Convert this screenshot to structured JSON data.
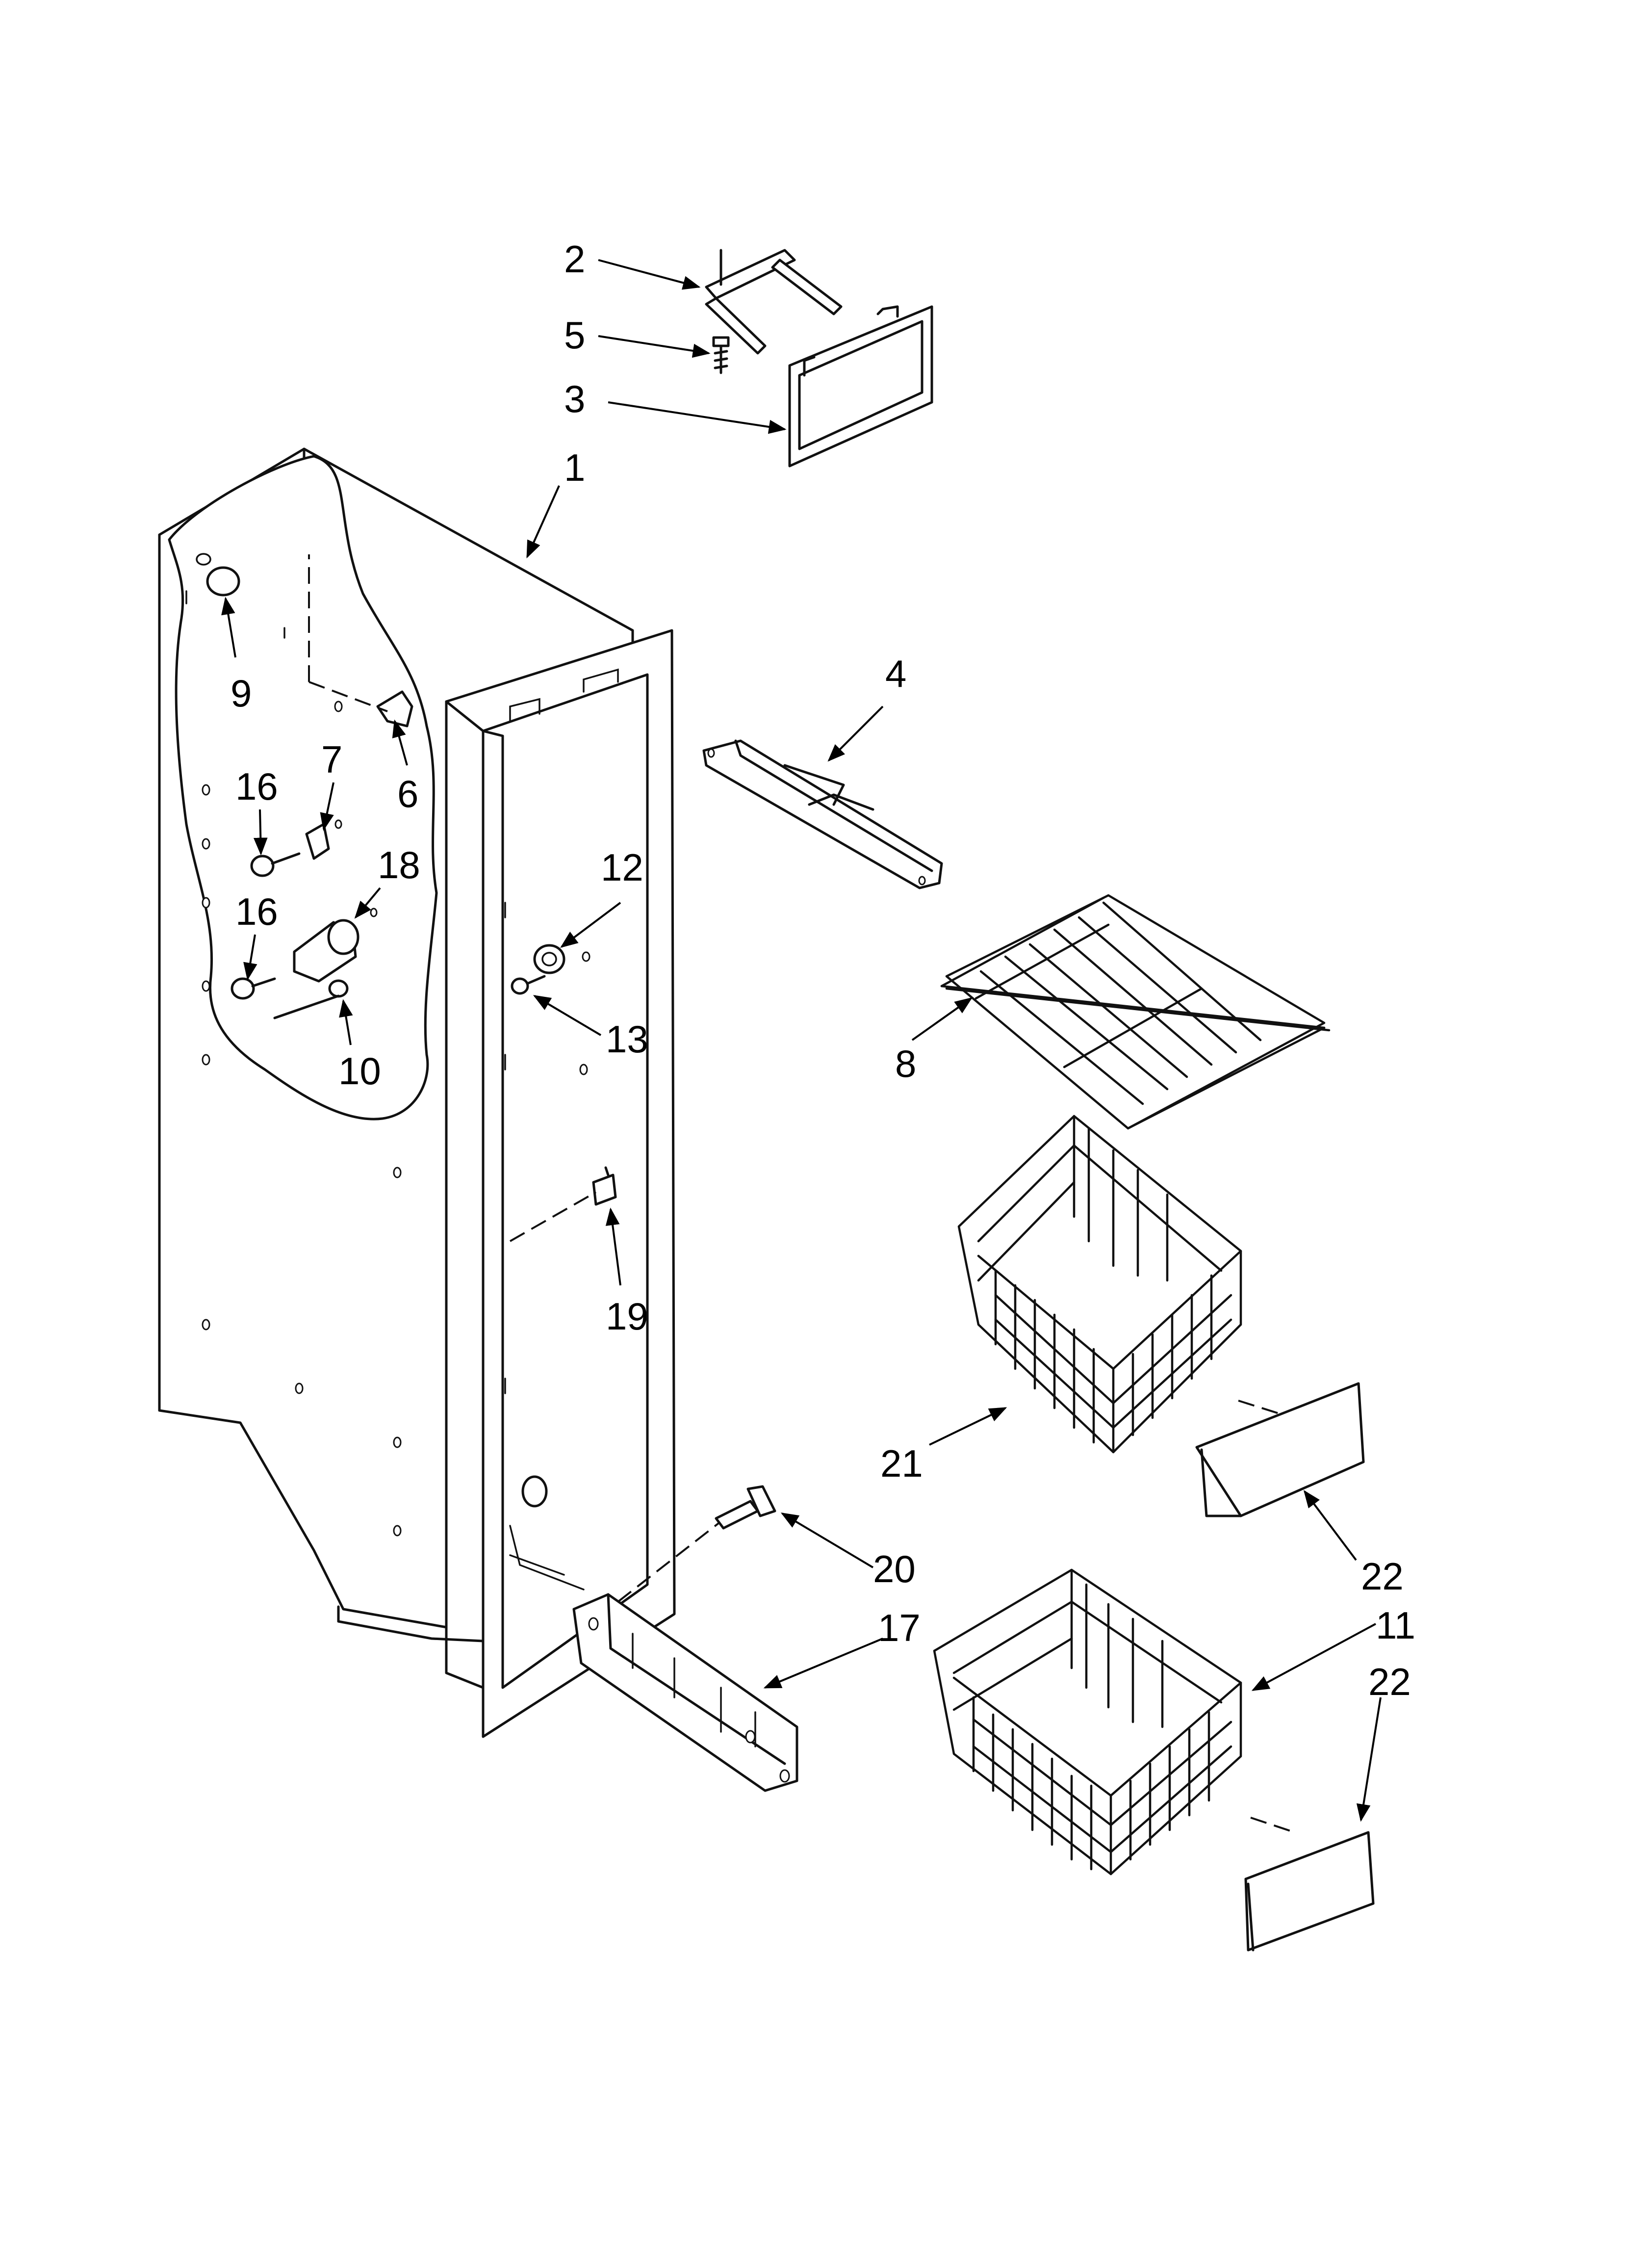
{
  "callouts": [
    {
      "id": "1",
      "text": "1"
    },
    {
      "id": "2",
      "text": "2"
    },
    {
      "id": "3",
      "text": "3"
    },
    {
      "id": "4",
      "text": "4"
    },
    {
      "id": "5",
      "text": "5"
    },
    {
      "id": "6",
      "text": "6"
    },
    {
      "id": "7",
      "text": "7"
    },
    {
      "id": "8",
      "text": "8"
    },
    {
      "id": "9",
      "text": "9"
    },
    {
      "id": "10",
      "text": "10"
    },
    {
      "id": "11",
      "text": "11"
    },
    {
      "id": "12",
      "text": "12"
    },
    {
      "id": "13",
      "text": "13"
    },
    {
      "id": "16a",
      "text": "16"
    },
    {
      "id": "16b",
      "text": "16"
    },
    {
      "id": "17",
      "text": "17"
    },
    {
      "id": "18",
      "text": "18"
    },
    {
      "id": "19",
      "text": "19"
    },
    {
      "id": "20",
      "text": "20"
    },
    {
      "id": "21",
      "text": "21"
    },
    {
      "id": "22a",
      "text": "22"
    },
    {
      "id": "22b",
      "text": "22"
    }
  ],
  "colors": {
    "line": "#111111",
    "background": "#ffffff",
    "shade": "#d9d9d9"
  }
}
